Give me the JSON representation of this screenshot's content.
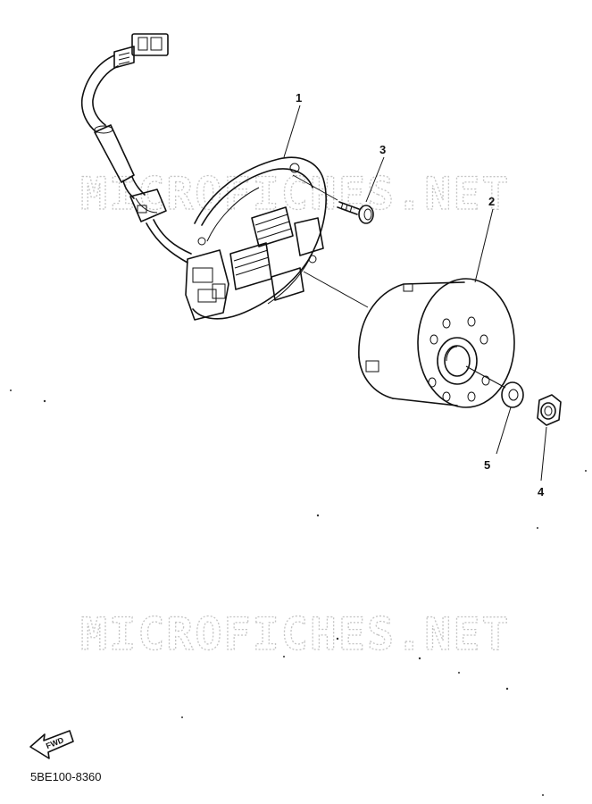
{
  "watermark": {
    "top": "MICROFICHES.NET",
    "bottom": "MICROFICHES.NET"
  },
  "callouts": [
    {
      "label": "1"
    },
    {
      "label": "2"
    },
    {
      "label": "3"
    },
    {
      "label": "4"
    },
    {
      "label": "5"
    }
  ],
  "fwd_label": "FWD",
  "reference_code": "5BE100-8360"
}
